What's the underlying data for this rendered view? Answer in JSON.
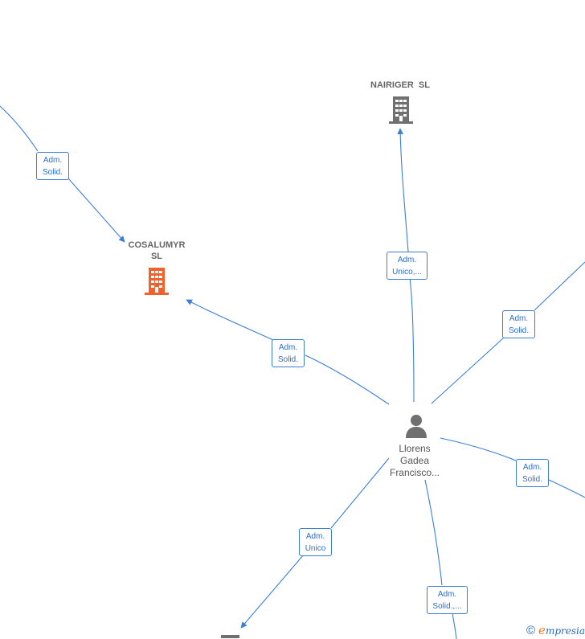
{
  "nodes": {
    "company_nairiger": {
      "name": "NAIRIGER  SL"
    },
    "company_cosalumyr": {
      "name_line1": "COSALUMYR",
      "name_line2": "SL"
    },
    "person_llorens": {
      "line1": "Llorens",
      "line2": "Gadea",
      "line3": "Francisco..."
    }
  },
  "edges": [
    {
      "label_line1": "Adm.",
      "label_line2": "Solid."
    },
    {
      "label_line1": "Adm.",
      "label_line2": "Unico,..."
    },
    {
      "label_line1": "Adm.",
      "label_line2": "Solid."
    },
    {
      "label_line1": "Adm.",
      "label_line2": "Solid."
    },
    {
      "label_line1": "Adm.",
      "label_line2": "Solid."
    },
    {
      "label_line1": "Adm.",
      "label_line2": "Unico"
    },
    {
      "label_line1": "Adm.",
      "label_line2": "Solid.,..."
    }
  ],
  "footer": {
    "copyright": "©",
    "brand_initial": "e",
    "brand_rest": "mpresia"
  },
  "colors": {
    "edge": "#3a7fd5",
    "company_icon_gray": "#707070",
    "company_icon_highlight": "#f2612c",
    "person_icon": "#707070"
  }
}
